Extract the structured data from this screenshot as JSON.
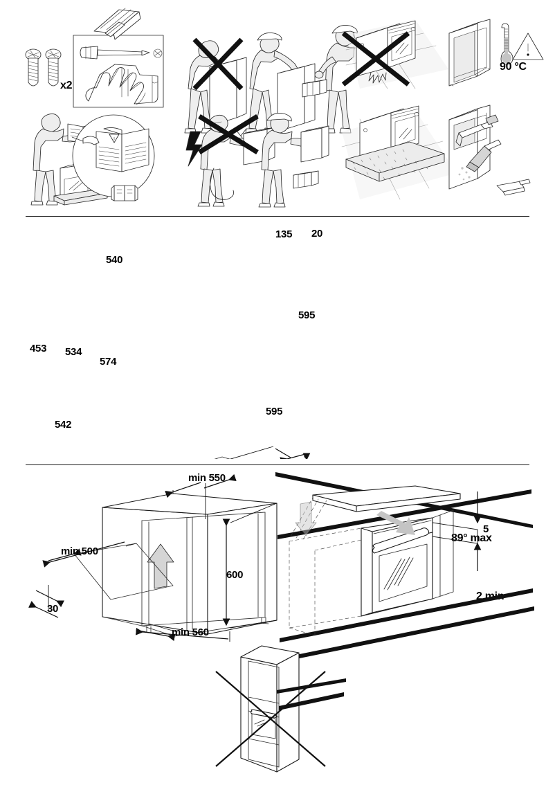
{
  "document": {
    "title": "Built-in Oven Installation Instructions",
    "type": "appliance-installation-diagram"
  },
  "section_safety": {
    "name": "safety-and-preparation",
    "parts": {
      "screw_count_label": "x2",
      "screw_icon": "screw-icon",
      "screwdriver_icon": "screwdriver-icon",
      "gloves_icon": "protective-gloves-icon",
      "packaging_icon": "packaging-strip-icon"
    },
    "lifting": {
      "single_person_icon": "person-lifting-alone-icon",
      "single_person_forbidden": true,
      "two_person_icon": "two-people-lifting-icon",
      "two_person_forbidden": false,
      "toolbox_icon": "toolbox-icon"
    },
    "manual": {
      "read_manual_icon": "person-reading-manual-icon",
      "magnifier_icon": "magnified-manual-icon",
      "warning_triangle_icon": "warning-triangle-icon",
      "booklet_icon": "booklet-icon"
    },
    "electrical": {
      "shock_icon": "electric-shock-icon",
      "unplugged_forbidden_icon": "live-cable-forbidden-icon",
      "forbidden": true,
      "safe_handling_icon": "person-carrying-oven-icon",
      "toolbox_icon": "toolbox-icon"
    },
    "cabinet_support": {
      "unsupported_forbidden_icon": "oven-without-support-forbidden-icon",
      "forbidden": true,
      "supported_icon": "oven-on-support-board-icon"
    },
    "temperature": {
      "empty_cabinet_icon": "empty-cabinet-icon",
      "thermometer_icon": "thermometer-icon",
      "warning_triangle_icon": "warning-triangle-icon",
      "max_temperature": "90 °C"
    },
    "cleaning": {
      "cabinet_cleaning_icon": "cabinet-deburring-icon",
      "brush_icon": "brush-icon",
      "debris_icon": "debris-icon"
    }
  },
  "section_dimensions": {
    "name": "oven-dimensions",
    "product_icon": "built-in-oven-icon",
    "labels": {
      "depth_top": "540",
      "door_overhang": "135",
      "top_gap": "20",
      "height_left_outer": "453",
      "height_left_mid": "534",
      "height_left_inner": "574",
      "depth_bottom": "542",
      "front_height": "595",
      "front_width": "595"
    },
    "detail": {
      "name": "door-opening-detail",
      "angle": "89° max",
      "clearance": "2 min"
    }
  },
  "section_cabinet": {
    "name": "cabinet-cutout-dimensions",
    "cabinet_icon": "kitchen-cabinet-icon",
    "airflow_arrow_icon": "airflow-arrow-icon",
    "labels": {
      "cabinet_depth_top": "min 550",
      "rear_opening_width": "min 500",
      "rear_opening_height": "30",
      "cutout_height": "600",
      "cutout_width": "min 560"
    },
    "hob": {
      "name": "hob-above-oven-clearance",
      "worktop_icon": "worktop-icon",
      "hob_icon": "induction-hob-icon",
      "install_arrow_icon": "insert-oven-arrow-icon",
      "clearance": "5"
    },
    "tall_cabinet": {
      "name": "tall-column-installation-forbidden",
      "icon": "tall-cabinet-oven-icon",
      "forbidden": true
    }
  }
}
